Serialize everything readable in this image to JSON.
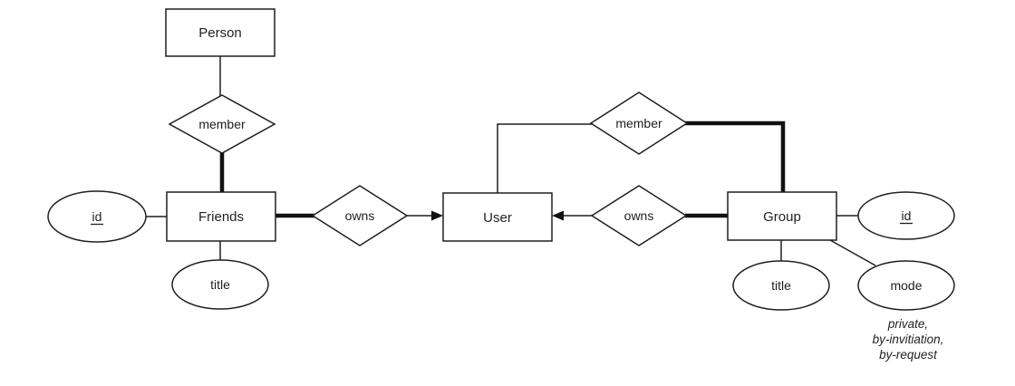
{
  "diagram": {
    "kind": "entity-relationship-diagram",
    "entities": {
      "person": "Person",
      "friends": "Friends",
      "user": "User",
      "group": "Group"
    },
    "relationships": {
      "member_left": "member",
      "owns_left": "owns",
      "member_right": "member",
      "owns_right": "owns"
    },
    "attributes": {
      "friends_id": "id",
      "friends_title": "title",
      "group_id": "id",
      "group_title": "title",
      "group_mode": "mode"
    },
    "key_attributes_underlined": [
      "friends_id",
      "group_id"
    ],
    "annotation": {
      "line1": "private,",
      "line2": "by-invitiation,",
      "line3": "by-request",
      "color": "#3a56cb"
    },
    "colors": {
      "line": "#1f1f1f",
      "background": "#ffffff"
    }
  }
}
